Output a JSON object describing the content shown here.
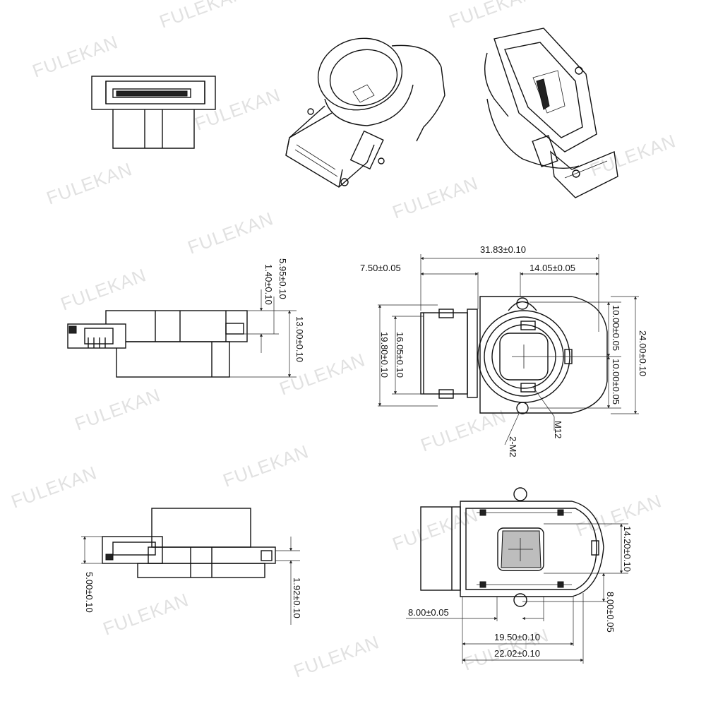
{
  "watermark": "FULEKAN",
  "dimensions": {
    "side_height_total": "5.95±0.10",
    "side_step": "1.40±0.10",
    "side_body": "13.00±0.10",
    "top_width": "31.83±0.10",
    "top_left_offset": "7.50±0.05",
    "top_right_offset": "14.05±0.05",
    "top_outer_height": "19.80±0.10",
    "top_inner_height": "16.05±0.10",
    "top_half_upper": "10.00±0.05",
    "top_half_lower": "10.00±0.05",
    "top_total_height": "24.00±0.10",
    "mount_thread": "M12",
    "screw_holes": "2-M2",
    "front_height": "5.00±0.10",
    "front_step": "1.92±0.10",
    "bottom_window": "14.20±0.10",
    "bottom_right_offset": "8.00±0.05",
    "bottom_left_offset": "8.00±0.05",
    "bottom_inner_width": "19.50±0.10",
    "bottom_total_width": "22.02±0.10"
  }
}
